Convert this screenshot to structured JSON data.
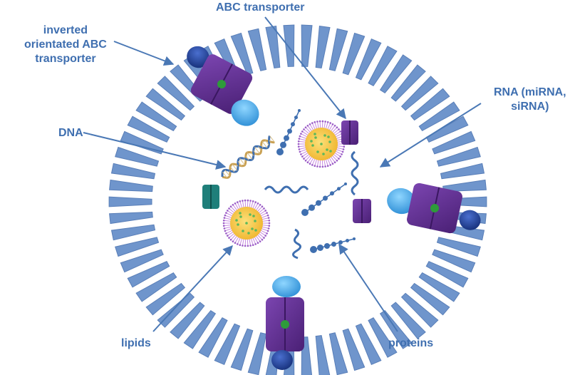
{
  "labels": {
    "inverted": [
      "inverted",
      "orientated ABC",
      "transporter"
    ],
    "abc_transporter": "ABC transporter",
    "rna": [
      "RNA (miRNA,",
      "siRNA)"
    ],
    "dna": "DNA",
    "lipids": "lipids",
    "proteins": "proteins"
  },
  "colors": {
    "label_text": "#3f6fb0",
    "arrow": "#4a78b5",
    "membrane_segment": "#6f95cc",
    "membrane_stroke": "#5a7fb8",
    "transporter_purple": "#5b2c8c",
    "transporter_purple_light": "#7b45b0",
    "nucleotide_binding_dark": "#1e3f8c",
    "nucleotide_binding_light": "#3fa9e6",
    "transporter_core": "#2e9b3a",
    "teal_transporter": "#1f7f7a",
    "lipid_core": "#f5c542",
    "lipid_ring": "#c78be0",
    "lipid_dots": "#5cb85c",
    "protein_bead": "#3f6fb0",
    "rna_strand": "#3f6fb0",
    "dna_strand_a": "#c9a052",
    "dna_strand_b": "#3f6fb0"
  }
}
